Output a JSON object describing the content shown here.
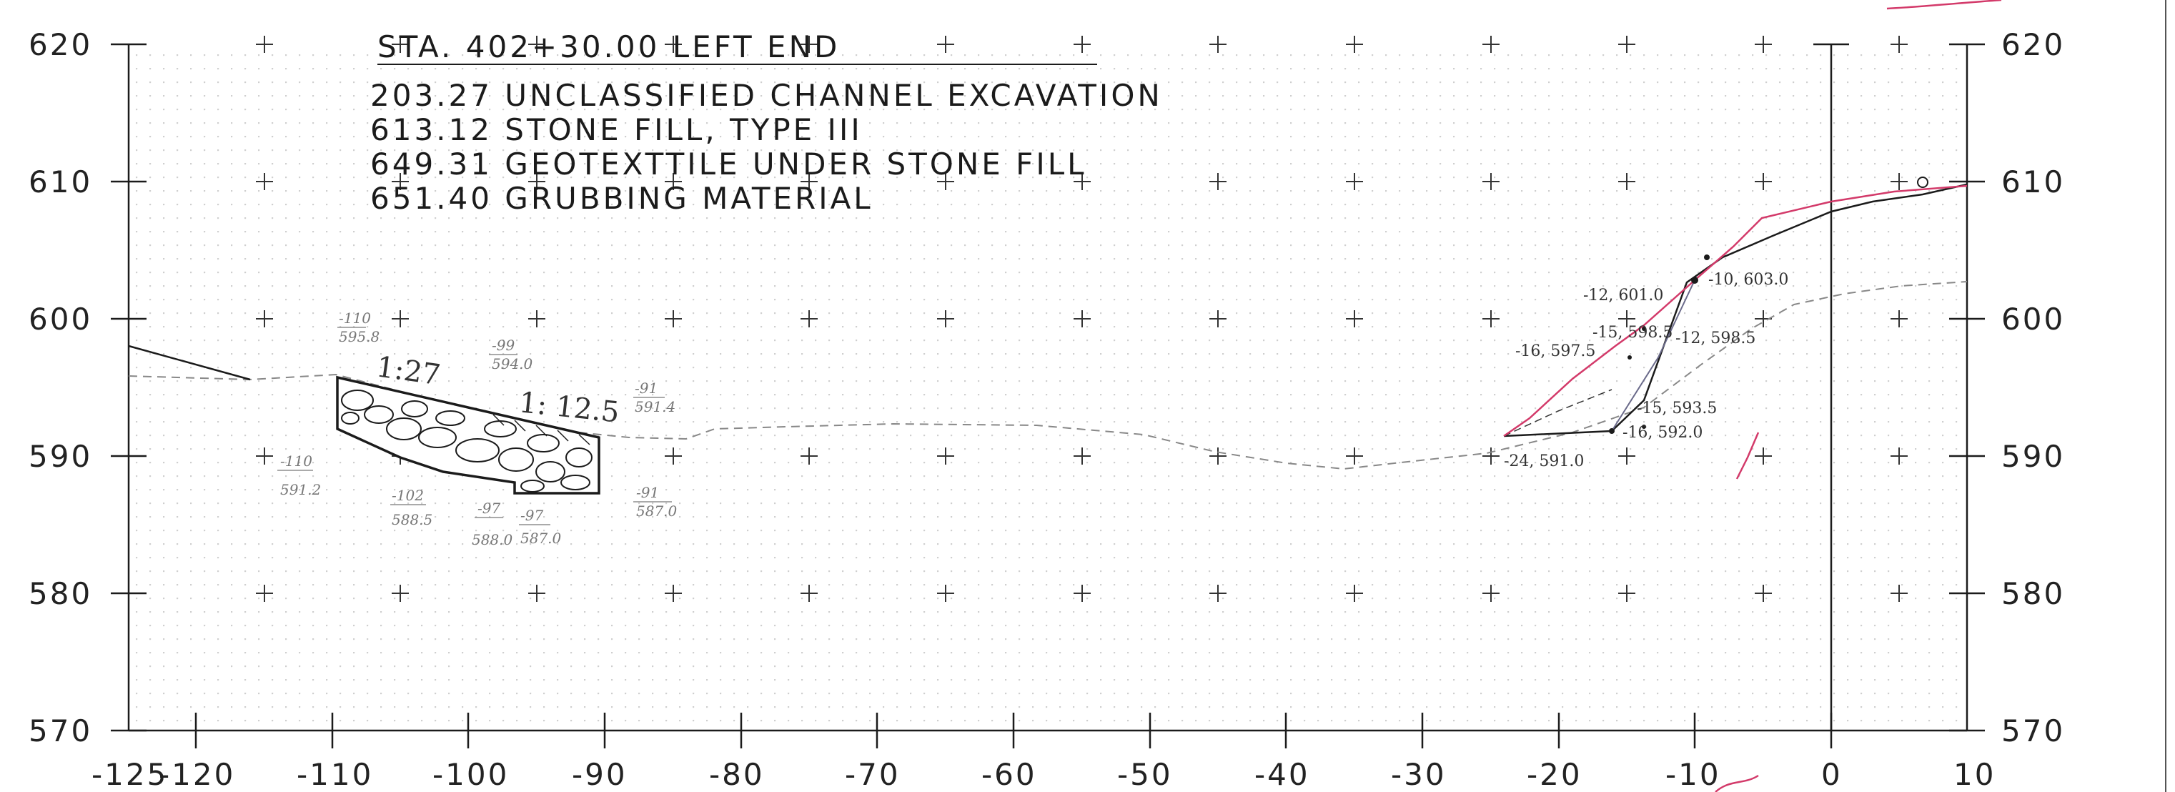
{
  "title": "STA. 402+30.00 LEFT END",
  "quantities": [
    "203.27 UNCLASSIFIED CHANNEL EXCAVATION",
    "613.12 STONE FILL, TYPE III",
    "649.31 GEOTEXTTILE UNDER STONE FILL",
    "651.40 GRUBBING MATERIAL"
  ],
  "y_ticks": [
    "620",
    "610",
    "600",
    "590",
    "580",
    "570"
  ],
  "x_ticks": [
    "-125",
    "-120",
    "-110",
    "-100",
    "-90",
    "-80",
    "-70",
    "-60",
    "-50",
    "-40",
    "-30",
    "-20",
    "-10",
    "0",
    "10"
  ],
  "left_labels": [
    {
      "top": "-110",
      "bottom": "595.8"
    },
    {
      "top": "-99",
      "bottom": "594.0"
    },
    {
      "top": "-91",
      "bottom": "591.4"
    },
    {
      "top": "-110",
      "bottom": "591.2"
    },
    {
      "top": "-102",
      "bottom": "588.5"
    },
    {
      "top": "-97",
      "bottom": "588.0"
    },
    {
      "top": "-97",
      "bottom": "587.0"
    },
    {
      "top": "-91",
      "bottom": "587.0"
    }
  ],
  "slope_labels": [
    "1:27",
    "1: 12.5"
  ],
  "right_labels": [
    "-10, 603.0",
    "-12, 601.0",
    "-15, 598.5",
    "-12, 598.5",
    "-16, 597.5",
    "-15, 593.5",
    "-16, 592.0",
    "-24, 591.0"
  ],
  "colors": {
    "ink": "#1b1b1b",
    "pencil": "#6a6a8a",
    "pink": "#d33a6a",
    "grid_dot": "#c9c9c9"
  }
}
